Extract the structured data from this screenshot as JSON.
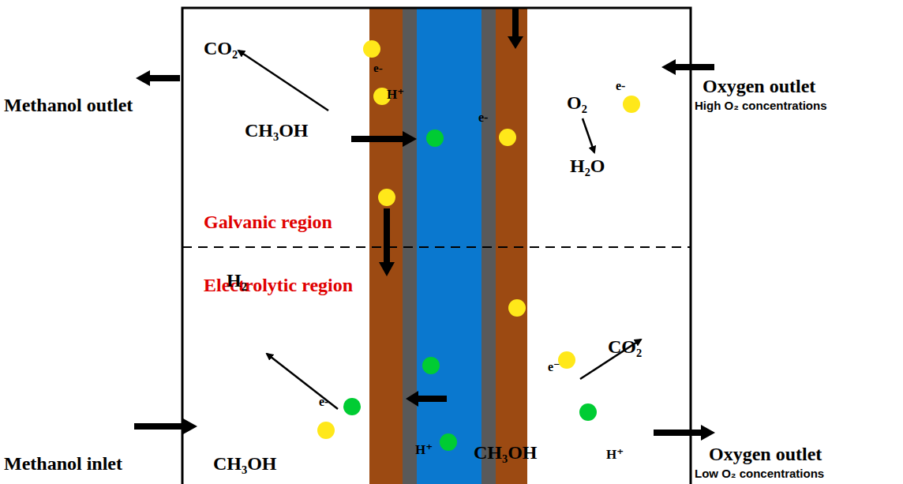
{
  "diagram": {
    "labels": [
      "CO₂",
      "Methanol outlet",
      "CH₃OH",
      "H⁺",
      "e-",
      "e-",
      "O₂",
      "e-",
      "Oxygen outlet",
      "High O₂ concentrations",
      "H₂O",
      "Galvanic region",
      "Electrolytic region",
      "H₂",
      "e-",
      "CH₃OH",
      "Methanol inlet",
      "H⁺",
      "CH₃OH",
      "e⁻",
      "CO₂",
      "H⁺",
      "Oxygen outlet",
      "Low O₂ concentrations"
    ]
  }
}
